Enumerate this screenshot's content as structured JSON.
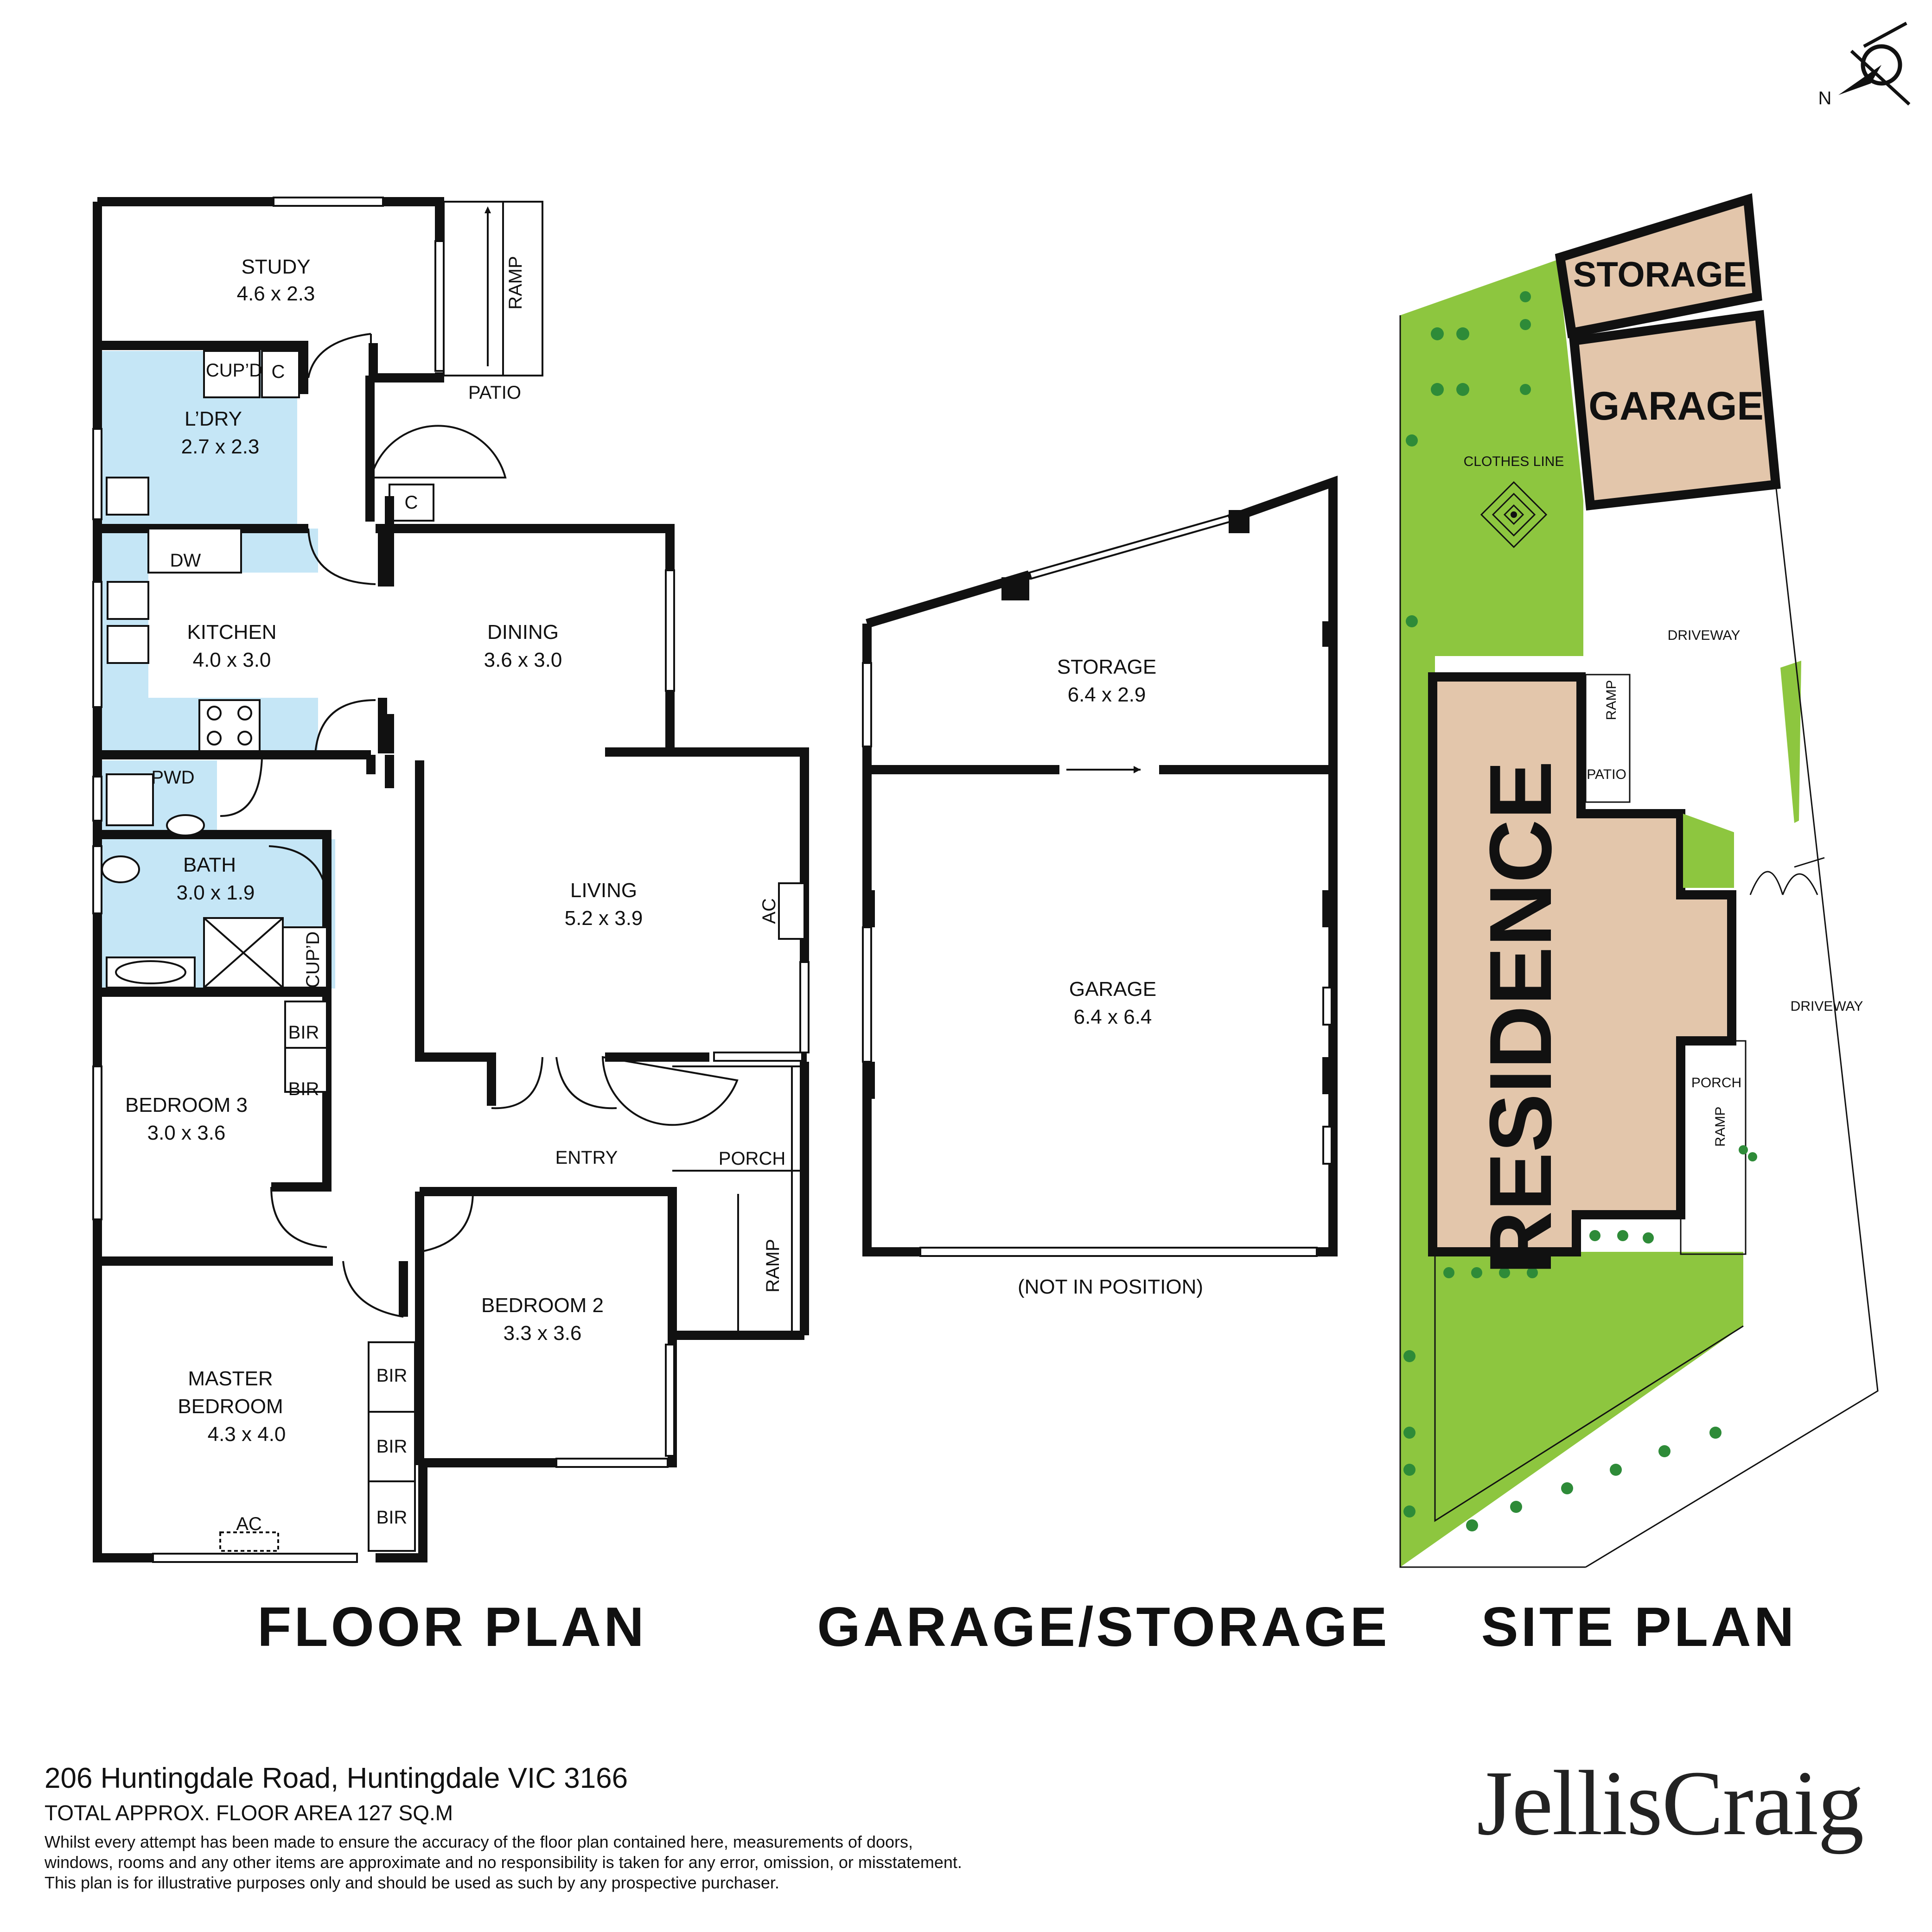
{
  "north_label": "N",
  "floor_plan": {
    "title": "FLOOR PLAN",
    "rooms": {
      "study": {
        "name": "STUDY",
        "dims": "4.6 x 2.3"
      },
      "laundry": {
        "name": "L’DRY",
        "dims": "2.7 x 2.3"
      },
      "kitchen": {
        "name": "KITCHEN",
        "dims": "4.0 x 3.0"
      },
      "dining": {
        "name": "DINING",
        "dims": "3.6 x 3.0"
      },
      "living": {
        "name": "LIVING",
        "dims": "5.2 x 3.9"
      },
      "bath": {
        "name": "BATH",
        "dims": "3.0 x 1.9"
      },
      "bedroom3": {
        "name": "BEDROOM 3",
        "dims": "3.0 x 3.6"
      },
      "bedroom2": {
        "name": "BEDROOM 2",
        "dims": "3.3 x 3.6"
      },
      "master": {
        "line1": "MASTER",
        "line2": "BEDROOM",
        "dims": "4.3 x 4.0"
      }
    },
    "labels": {
      "ramp": "RAMP",
      "patio": "PATIO",
      "cupd": "CUP’D",
      "c": "C",
      "dw": "DW",
      "pwd": "PWD",
      "bir": "BIR",
      "ac": "AC",
      "entry": "ENTRY",
      "porch": "PORCH"
    }
  },
  "garage_plan": {
    "title": "GARAGE/STORAGE",
    "storage": {
      "name": "STORAGE",
      "dims": "6.4 x 2.9"
    },
    "garage": {
      "name": "GARAGE",
      "dims": "6.4 x 6.4"
    },
    "note": "(NOT IN POSITION)"
  },
  "site_plan": {
    "title": "SITE PLAN",
    "residence": "RESIDENCE",
    "storage": "STORAGE",
    "garage": "GARAGE",
    "clothes_line": "CLOTHES LINE",
    "driveway": "DRIVEWAY",
    "ramp": "RAMP",
    "patio": "PATIO",
    "porch": "PORCH"
  },
  "footer": {
    "address": "206 Huntingdale Road, Huntingdale VIC 3166",
    "area": "TOTAL APPROX. FLOOR AREA 127 SQ.M",
    "disclaimer_1": "Whilst every attempt has been made to ensure the accuracy of the floor plan contained here, measurements of doors,",
    "disclaimer_2": "windows, rooms and any other items are approximate and no responsibility is taken for any error, omission, or misstatement.",
    "disclaimer_3": "This plan is for illustrative purposes only and should be used as such by any prospective purchaser.",
    "brand": "JellisCraig"
  },
  "colors": {
    "wet_area": "#c5e6f6",
    "lawn": "#8dc63f",
    "building": "#e3c6ab",
    "wall": "#111111"
  }
}
